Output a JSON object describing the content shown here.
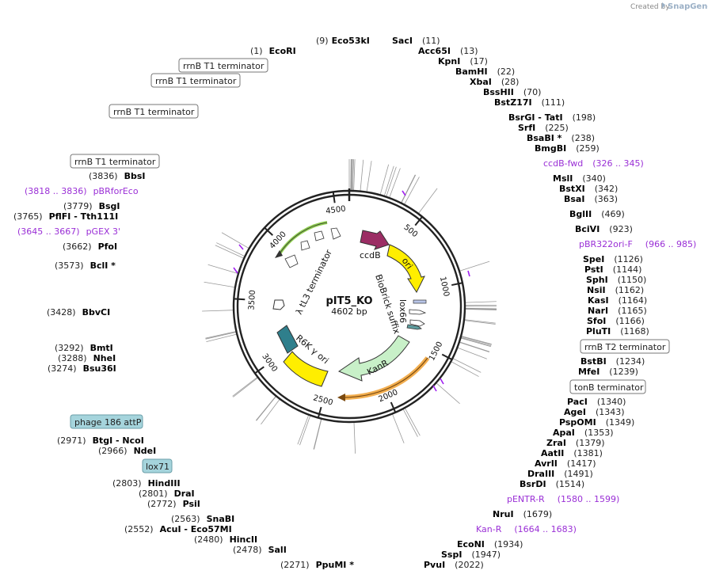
{
  "credit": {
    "created_by": "Created by",
    "brand": "SnapGene"
  },
  "plasmid": {
    "name": "pIT5_KO",
    "size": "4602 bp",
    "length": 4602
  },
  "axis_ticks": [
    "500",
    "1000",
    "1500",
    "2000",
    "2500",
    "3000",
    "3500",
    "4000",
    "4500"
  ],
  "colors": {
    "ccdB": "#9b2d64",
    "ori": "#ffee00",
    "KanR": "#c8f0c8",
    "R6K": "#ffee00",
    "R6K_cap": "#2f7f8c",
    "terminator": "#90d050",
    "lox": "#5f9ea0",
    "primer": "#a020f0",
    "highlight": "#f0a030",
    "misc_box": "#a5d4dc"
  },
  "features": [
    {
      "name": "ccdB",
      "label": "ccdB"
    },
    {
      "name": "ori",
      "label": "ori"
    },
    {
      "name": "biobrick",
      "label": "BioBrick suffix"
    },
    {
      "name": "lox66",
      "label": "lox66"
    },
    {
      "name": "KanR",
      "label": "KanR"
    },
    {
      "name": "R6K",
      "label": "R6K γ ori"
    },
    {
      "name": "lambda-tL3",
      "label": "λ tL3 terminator"
    }
  ],
  "sites_right": [
    {
      "name": "Eco53kI",
      "pos": "(9)"
    },
    {
      "name": "SacI",
      "pos": "(11)"
    },
    {
      "name": "Acc65I",
      "pos": "(13)"
    },
    {
      "name": "KpnI",
      "pos": "(17)"
    },
    {
      "name": "BamHI",
      "pos": "(22)"
    },
    {
      "name": "XbaI",
      "pos": "(28)"
    },
    {
      "name": "BssHII",
      "pos": "(70)"
    },
    {
      "name": "BstZ17I",
      "pos": "(111)"
    },
    {
      "name": "BsrGI  - TatI",
      "pos": "(198)"
    },
    {
      "name": "SrfI",
      "pos": "(225)"
    },
    {
      "name": "BsaBI *",
      "pos": "(238)"
    },
    {
      "name": "BmgBI",
      "pos": "(259)"
    },
    {
      "name": "MslI",
      "pos": "(340)"
    },
    {
      "name": "BstXI",
      "pos": "(342)"
    },
    {
      "name": "BsaI",
      "pos": "(363)"
    },
    {
      "name": "BglII",
      "pos": "(469)"
    },
    {
      "name": "BciVI",
      "pos": "(923)"
    },
    {
      "name": "SpeI",
      "pos": "(1126)"
    },
    {
      "name": "PstI",
      "pos": "(1144)"
    },
    {
      "name": "SphI",
      "pos": "(1150)"
    },
    {
      "name": "NsiI",
      "pos": "(1162)"
    },
    {
      "name": "KasI",
      "pos": "(1164)"
    },
    {
      "name": "NarI",
      "pos": "(1165)"
    },
    {
      "name": "SfoI",
      "pos": "(1166)"
    },
    {
      "name": "PluTI",
      "pos": "(1168)"
    },
    {
      "name": "BstBI",
      "pos": "(1234)"
    },
    {
      "name": "MfeI",
      "pos": "(1239)"
    },
    {
      "name": "PacI",
      "pos": "(1340)"
    },
    {
      "name": "AgeI",
      "pos": "(1343)"
    },
    {
      "name": "PspOMI",
      "pos": "(1349)"
    },
    {
      "name": "ApaI",
      "pos": "(1353)"
    },
    {
      "name": "ZraI",
      "pos": "(1379)"
    },
    {
      "name": "AatII",
      "pos": "(1381)"
    },
    {
      "name": "AvrII",
      "pos": "(1417)"
    },
    {
      "name": "DraIII",
      "pos": "(1491)"
    },
    {
      "name": "BsrDI",
      "pos": "(1514)"
    },
    {
      "name": "NruI",
      "pos": "(1679)"
    },
    {
      "name": "EcoNI",
      "pos": "(1934)"
    },
    {
      "name": "SspI",
      "pos": "(1947)"
    },
    {
      "name": "PvuI",
      "pos": "(2022)"
    }
  ],
  "sites_left": [
    {
      "name": "EcoRI",
      "pos": "(1)"
    },
    {
      "name": "BbsI",
      "pos": "(3836)"
    },
    {
      "name": "BsgI",
      "pos": "(3779)"
    },
    {
      "name": "PflFI  - Tth111I",
      "pos": "(3765)"
    },
    {
      "name": "PfoI",
      "pos": "(3662)"
    },
    {
      "name": "BclI *",
      "pos": "(3573)"
    },
    {
      "name": "BbvCI",
      "pos": "(3428)"
    },
    {
      "name": "BmtI",
      "pos": "(3292)"
    },
    {
      "name": "NheI",
      "pos": "(3288)"
    },
    {
      "name": "Bsu36I",
      "pos": "(3274)"
    },
    {
      "name": "BtgI  - NcoI",
      "pos": "(2971)"
    },
    {
      "name": "NdeI",
      "pos": "(2966)"
    },
    {
      "name": "HindIII",
      "pos": "(2803)"
    },
    {
      "name": "DraI",
      "pos": "(2801)"
    },
    {
      "name": "PsiI",
      "pos": "(2772)"
    },
    {
      "name": "SnaBI",
      "pos": "(2563)"
    },
    {
      "name": "AcuI  - Eco57MI",
      "pos": "(2552)"
    },
    {
      "name": "HincII",
      "pos": "(2480)"
    },
    {
      "name": "SalI",
      "pos": "(2478)"
    },
    {
      "name": "PpuMI *",
      "pos": "(2271)"
    }
  ],
  "primers": [
    {
      "name": "ccdB-fwd",
      "range": "(326 .. 345)"
    },
    {
      "name": "pBR322ori-F",
      "range": "(966 .. 985)"
    },
    {
      "name": "pENTR-R",
      "range": "(1580 .. 1599)"
    },
    {
      "name": "Kan-R",
      "range": "(1664 .. 1683)"
    },
    {
      "name": "pBRforEco",
      "range": "(3818 .. 3836)"
    },
    {
      "name": "pGEX 3'",
      "range": "(3645 .. 3667)"
    }
  ],
  "boxed_features": [
    "rrnB T1 terminator",
    "rrnB T1 terminator",
    "rrnB T1 terminator",
    "rrnB T1 terminator",
    "rrnB T2 terminator",
    "tonB terminator",
    "phage 186 attP",
    "lox71"
  ]
}
